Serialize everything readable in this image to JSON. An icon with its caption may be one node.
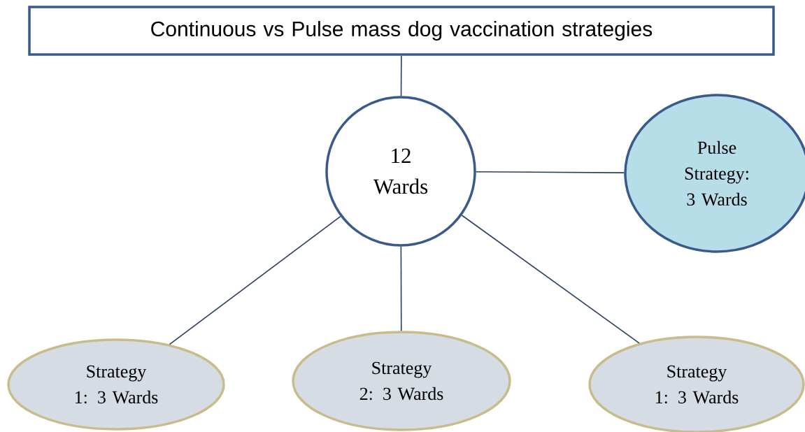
{
  "diagram": {
    "nodes": [
      {
        "text": [
          "Continuous vs Pulse mass dog vaccination strategies"
        ]
      },
      {
        "text": [
          "12 Wards"
        ]
      },
      {
        "text": [
          "Pulse Strategy: 3 Wards"
        ]
      },
      {
        "text": [
          "Strategy 1: 3 Wards"
        ]
      },
      {
        "text": [
          "Strategy 2: 3 Wards"
        ]
      },
      {
        "text": [
          "Strategy 1: 3 Wards"
        ]
      }
    ],
    "edges": [
      {
        "from": 0,
        "to": 1,
        "arrow": "none"
      },
      {
        "from": 1,
        "to": 2,
        "arrow": "none"
      },
      {
        "from": 1,
        "to": 3,
        "arrow": "none"
      },
      {
        "from": 1,
        "to": 4,
        "arrow": "none"
      },
      {
        "from": 1,
        "to": 5,
        "arrow": "none"
      }
    ]
  }
}
